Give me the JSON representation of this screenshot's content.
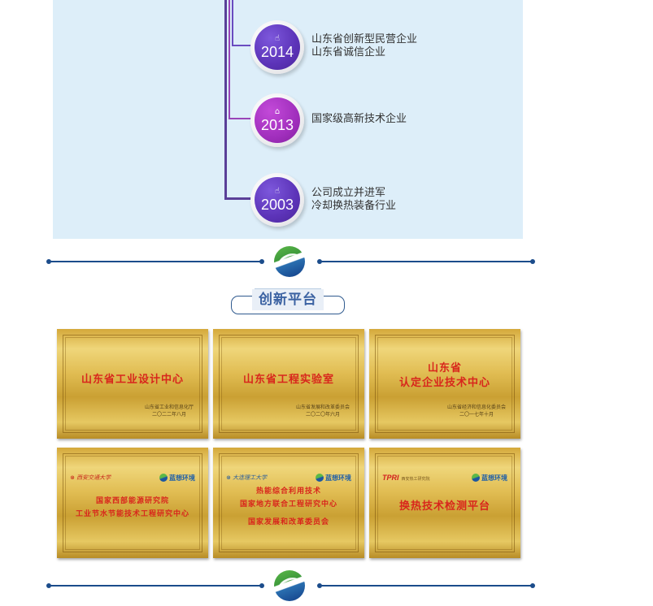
{
  "timeline": {
    "items": [
      {
        "year": "2014",
        "icon": "hand-pointer-icon",
        "lines": [
          "山东省创新型民营企业",
          "山东省诚信企业"
        ],
        "color": "#5c33b8"
      },
      {
        "year": "2013",
        "icon": "home-icon",
        "lines": [
          "国家级高新技术企业"
        ],
        "color": "#a12fbd"
      },
      {
        "year": "2003",
        "icon": "hand-pointer-icon",
        "lines": [
          "公司成立并进军",
          "冷却换热装备行业"
        ],
        "color": "#5c33b8"
      }
    ]
  },
  "section": {
    "title": "创新平台"
  },
  "plaques": [
    {
      "title": "山东省工业设计中心",
      "issuer": "山东省工业和信息化厅",
      "date": "二〇二二年八月"
    },
    {
      "title": "山东省工程实验室",
      "issuer": "山东省发展和改革委员会",
      "date": "二〇二〇年六月"
    },
    {
      "title_lines": [
        "山东省",
        "认定企业技术中心"
      ],
      "issuer": "山东省经济和信息化委员会",
      "date": "二〇一七年十月"
    },
    {
      "logos": [
        "西安交通大学",
        "蓝想环境"
      ],
      "lines": [
        "国家西部能源研究院",
        "工业节水节能技术工程研究中心"
      ]
    },
    {
      "logos": [
        "大连理工大学",
        "蓝想环境"
      ],
      "lines": [
        "热能综合利用技术",
        "国家地方联合工程研究中心",
        "国家发展和改革委员会"
      ]
    },
    {
      "logos": [
        "TPRI",
        "西安热工研究院",
        "蓝想环境"
      ],
      "lines": [
        "换热技术检测平台"
      ]
    }
  ],
  "colors": {
    "panel_bg": "#ddeef9",
    "divider": "#1b4c8b",
    "title_text": "#3b62a2",
    "plaque_text": "#d8261c"
  }
}
